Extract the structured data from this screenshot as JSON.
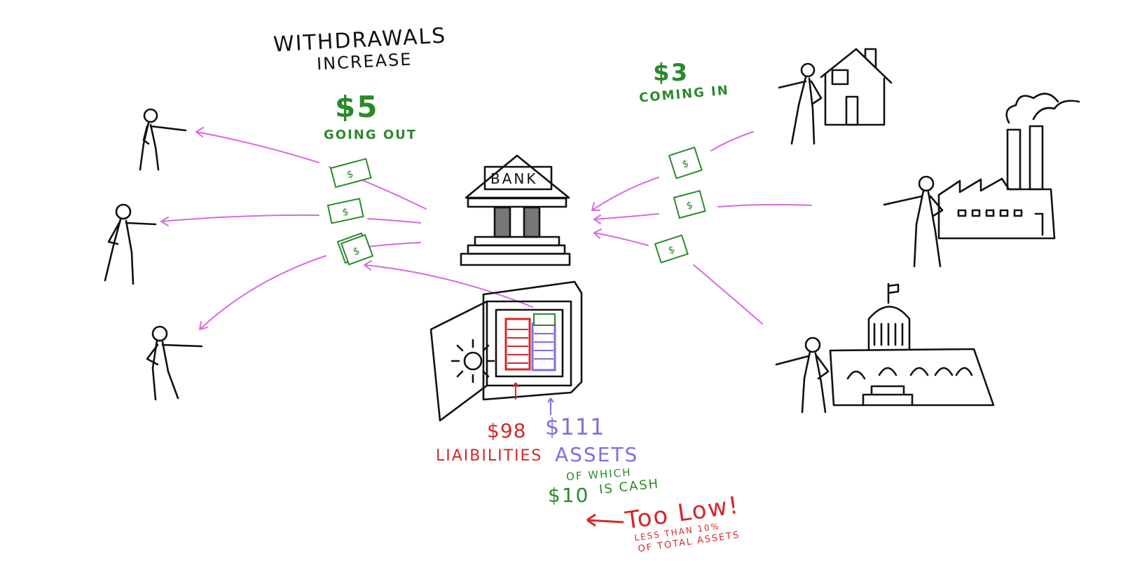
{
  "labels": {
    "withdrawals_line1": "Withdrawals",
    "withdrawals_line2": "Increase",
    "going_out_amount": "$5",
    "going_out_text": "Going out",
    "coming_in_amount": "$3",
    "coming_in_text": "Coming in",
    "bank_sign": "BANK",
    "liabilities_amount": "$98",
    "liabilities_text": "Liaibilities",
    "assets_amount": "$111",
    "assets_text": "Assets",
    "of_which": "of which",
    "cash_amount": "$10",
    "cash_text": "is cash",
    "too_low": "Too Low!",
    "less_than_line1": "less than 10%",
    "less_than_line2": "of total assets",
    "bill_symbol": "$"
  },
  "colors": {
    "ink": "#111111",
    "green": "#2a8a2a",
    "red": "#d8262a",
    "purple": "#7f6ee0",
    "arrow_pink": "#d86ae0"
  }
}
